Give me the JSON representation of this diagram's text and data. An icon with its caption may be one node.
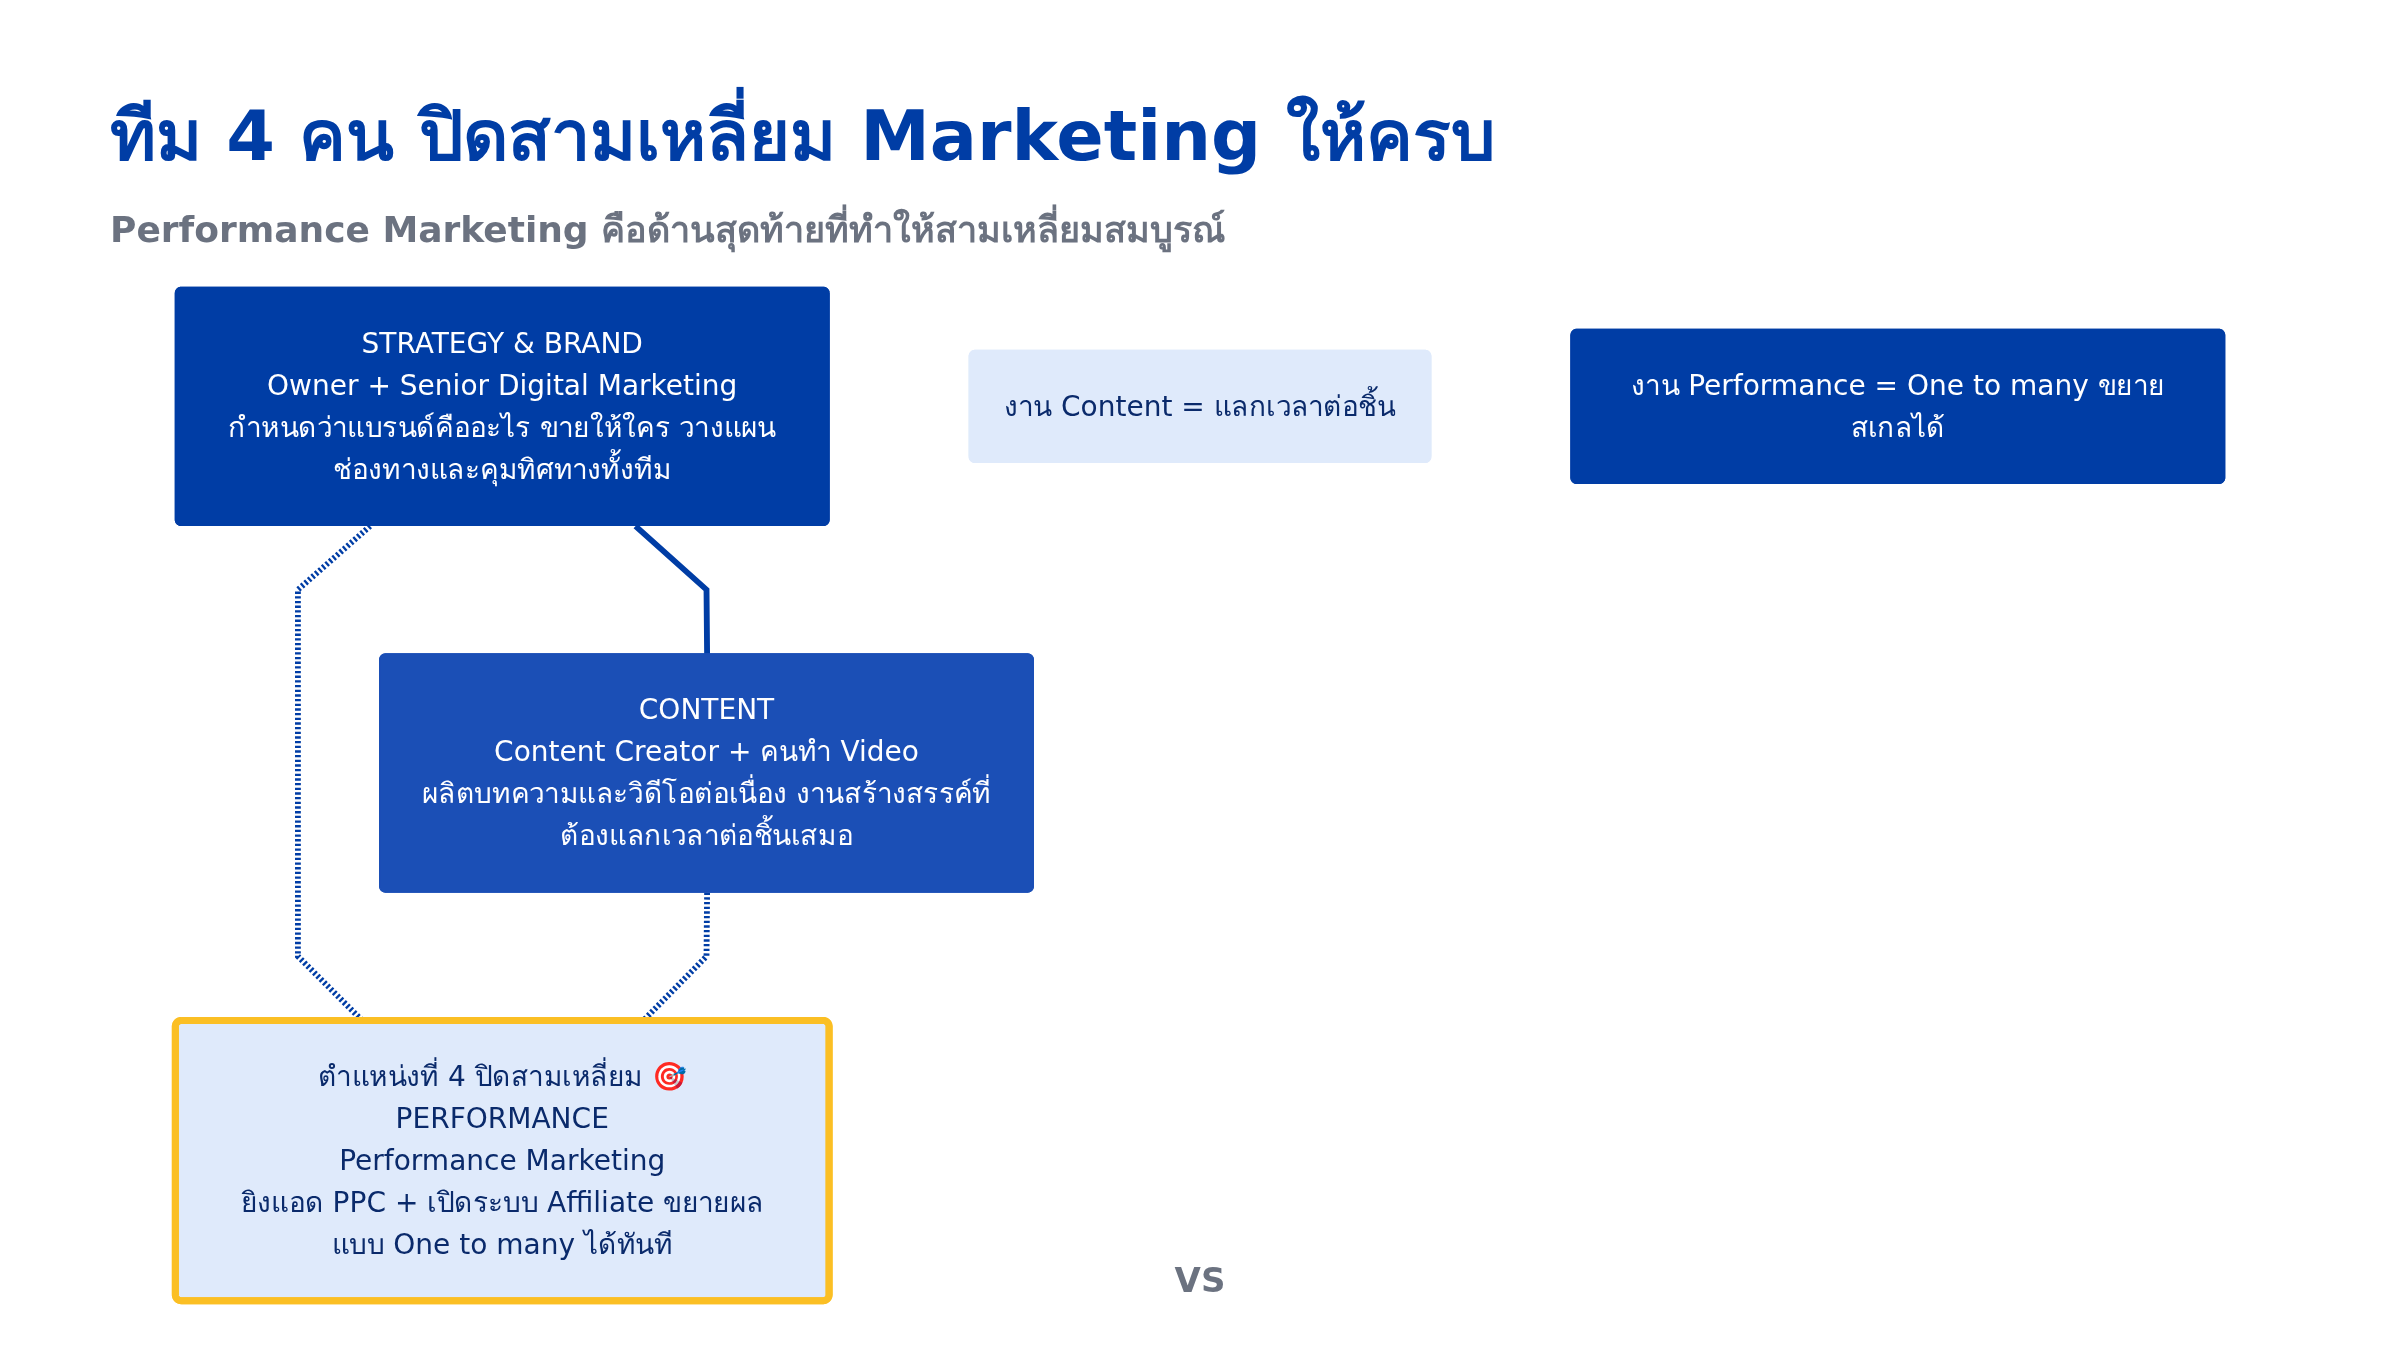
{
  "diagram": {
    "title": "ทีม 4 คน ปิดสามเหลี่ยม Marketing ให้ครบ",
    "nodes": [
      {
        "text": [
          "STRATEGY & BRAND",
          "Owner + Senior Digital Marketing",
          "กำหนดว่าแบรนด์คืออะไร ขายให้ใคร วางแผนช่องทางและคุมทิศทางทั้งทีม"
        ]
      },
      {
        "text": [
          "CONTENT",
          "Content Creator + คนทำ Video",
          "ผลิตบทความและวิดีโอต่อเนื่อง งานสร้างสรรค์ที่ต้องแลกเวลาต่อชิ้นเสมอ"
        ]
      },
      {
        "text": [
          "ตำแหน่งที่ 4 ปิดสามเหลี่ยม 🎯",
          "PERFORMANCE",
          "Performance Marketing",
          "ยิงแอด PPC + เปิดระบบ Affiliate ขยายผลแบบ One to many ได้ทันที"
        ]
      },
      {
        "text": [
          "งาน Content = แลกเวลาต่อชิ้น"
        ]
      },
      {
        "text": [
          "งาน Performance = One to many ขยายสเกลได้"
        ]
      }
    ],
    "edges": [
      {
        "from": 0,
        "to": 1,
        "arrow": "none"
      },
      {
        "from": 0,
        "to": 2,
        "arrow": "none",
        "style": "dashed"
      },
      {
        "from": 1,
        "to": 2,
        "arrow": "none",
        "style": "dashed"
      }
    ],
    "labels": [
      "Performance Marketing คือด้านสุดท้ายที่ทำให้สามเหลี่ยมสมบูรณ์",
      "VS"
    ]
  }
}
